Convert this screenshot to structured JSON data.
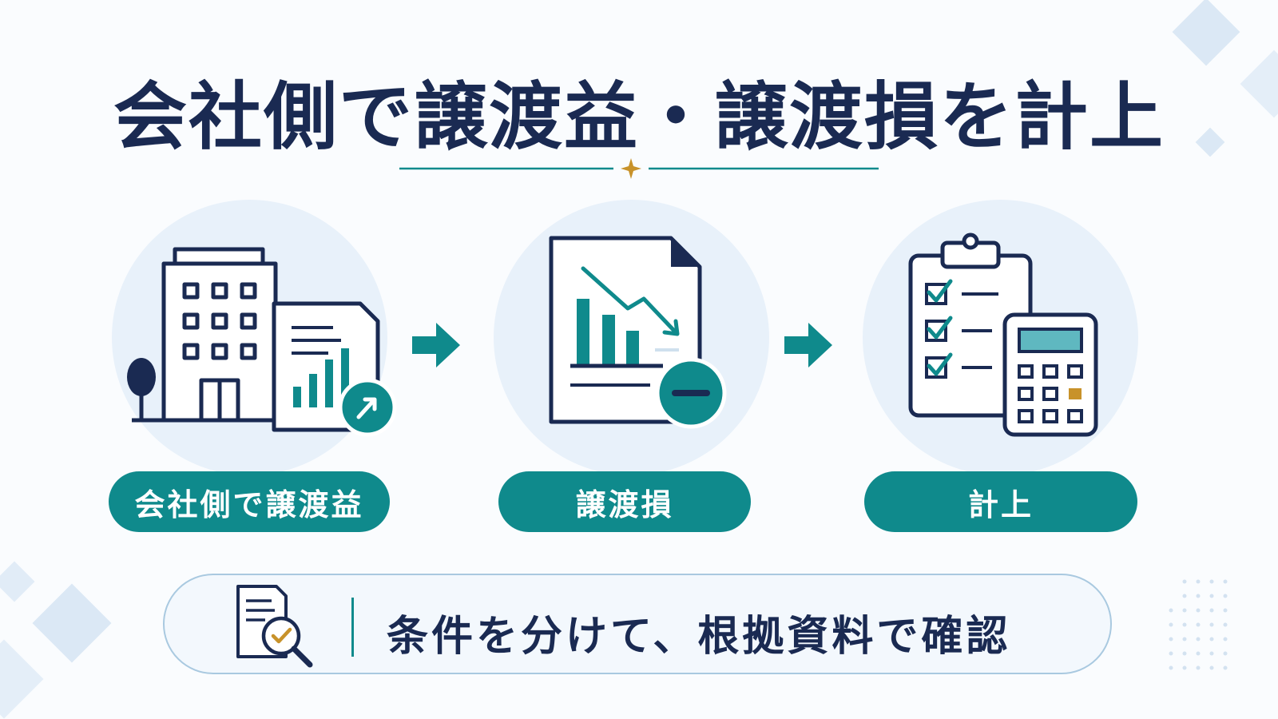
{
  "title": "会社側で譲渡益・譲渡損を計上",
  "steps": [
    {
      "label": "会社側で譲渡益",
      "icon": "office-building-with-rising-chart-icon"
    },
    {
      "label": "譲渡損",
      "icon": "document-declining-chart-minus-icon"
    },
    {
      "label": "計上",
      "icon": "clipboard-checklist-calculator-icon"
    }
  ],
  "note": {
    "text": "条件を分けて、根拠資料で確認",
    "icon": "document-magnifier-check-icon"
  },
  "colors": {
    "navy": "#1a2a52",
    "teal": "#0f8a8c",
    "gold": "#c8922a",
    "circle_bg": "#e8f1fa",
    "accent_teal_light": "#5fb8c0"
  }
}
